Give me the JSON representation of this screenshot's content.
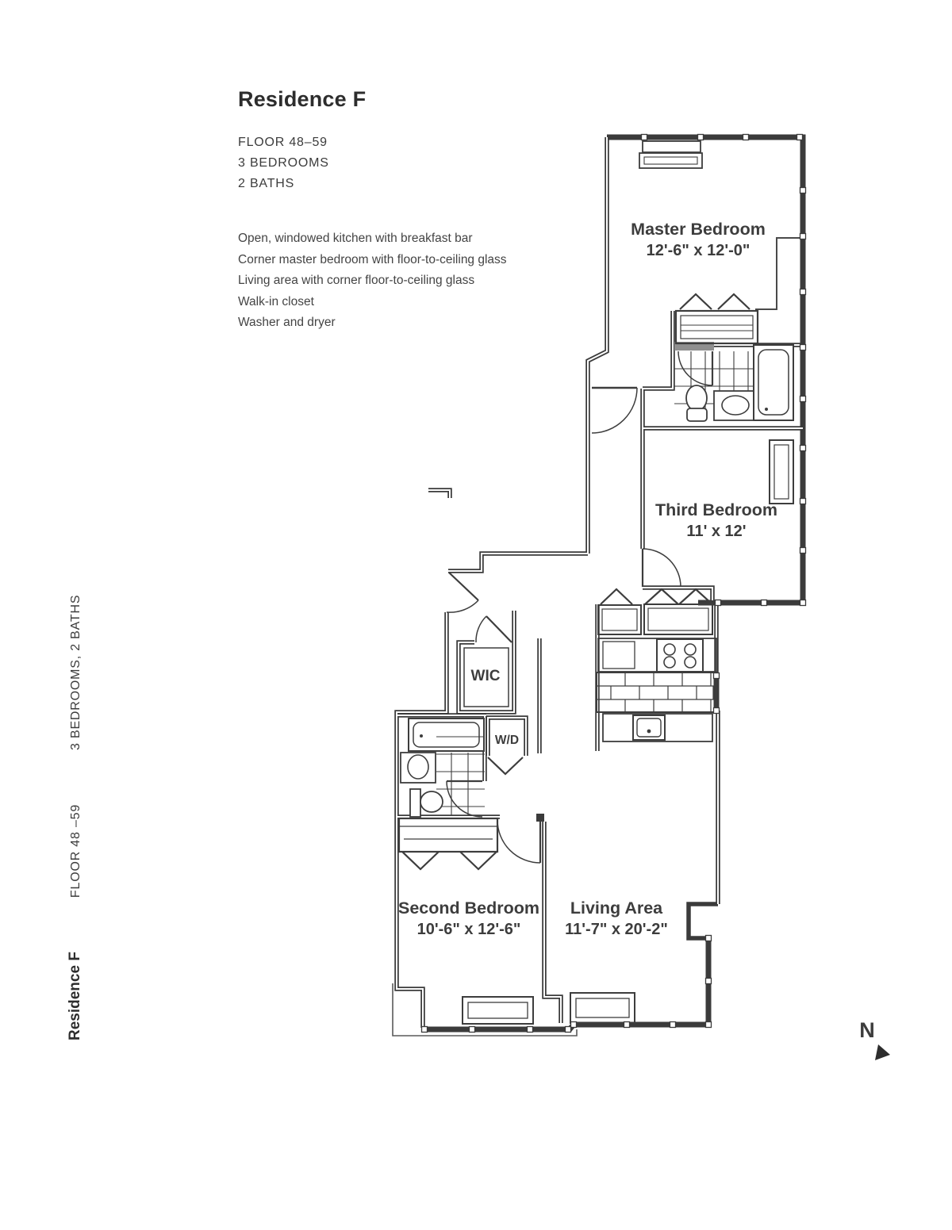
{
  "header": {
    "title": "Residence F",
    "floor": "FLOOR 48–59",
    "bedrooms": "3 BEDROOMS",
    "baths": "2 BATHS",
    "features": [
      "Open, windowed kitchen with breakfast bar",
      "Corner master bedroom with floor-to-ceiling glass",
      "Living area with corner floor-to-ceiling glass",
      "Walk-in closet",
      "Washer and dryer"
    ]
  },
  "sidebar": {
    "title": "Residence F",
    "floor": "FLOOR 48 –59",
    "config": "3 BEDROOMS, 2 BATHS"
  },
  "floorplan": {
    "rooms": {
      "master": {
        "name": "Master Bedroom",
        "dims": "12'-6\" x 12'-0\""
      },
      "third": {
        "name": "Third Bedroom",
        "dims": "11' x 12'"
      },
      "second": {
        "name": "Second Bedroom",
        "dims": "10'-6\" x 12'-6\""
      },
      "living": {
        "name": "Living Area",
        "dims": "11'-7\" x 20'-2\""
      },
      "wic": {
        "name": "WIC"
      },
      "wd": {
        "name": "W/D"
      }
    },
    "compass": {
      "label": "N"
    }
  },
  "colors": {
    "wall": "#3b3b3b",
    "text": "#3d3d3d"
  }
}
